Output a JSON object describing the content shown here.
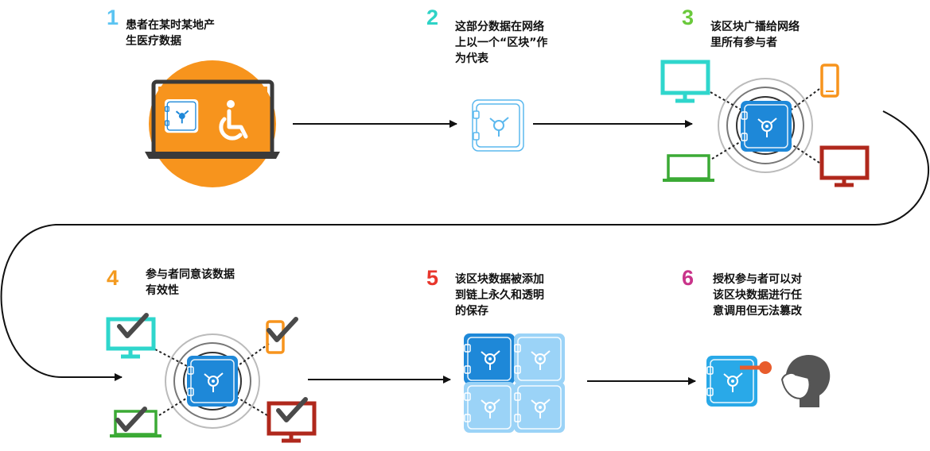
{
  "steps": [
    {
      "number": "1",
      "lines": [
        "患者在某时某地产",
        "生医疗数据"
      ],
      "color": "#5BC4F2"
    },
    {
      "number": "2",
      "lines": [
        "这部分数据在网络",
        "上以一个“区块”作",
        "为代表"
      ],
      "color": "#2ED3C6"
    },
    {
      "number": "3",
      "lines": [
        "该区块广播给网络",
        "里所有参与者"
      ],
      "color": "#6AC93B"
    },
    {
      "number": "4",
      "lines": [
        "参与者同意该数据",
        "有效性"
      ],
      "color": "#F39A1F"
    },
    {
      "number": "5",
      "lines": [
        "该区块数据被添加",
        "到链上永久和透明",
        "的保存"
      ],
      "color": "#E8362C"
    },
    {
      "number": "6",
      "lines": [
        "授权参与者可以对",
        "该区块数据进行任",
        "意调用但无法篡改"
      ],
      "color": "#C9348A"
    }
  ],
  "colors": {
    "teal": "#2FD6CC",
    "orange": "#F7941D",
    "green": "#3BAA35",
    "red": "#B0281C",
    "block_blue": "#1E88D8",
    "block_light": "#9BD3F7",
    "key": "#E85C2C",
    "head": "#555555"
  },
  "icons": {
    "laptop": "laptop-icon",
    "wheelchair": "wheelchair-icon",
    "block": "block-icon",
    "monitor": "monitor-icon",
    "phone": "phone-icon",
    "check": "checkmark-icon",
    "key": "key-icon",
    "head": "masked-head-icon"
  }
}
